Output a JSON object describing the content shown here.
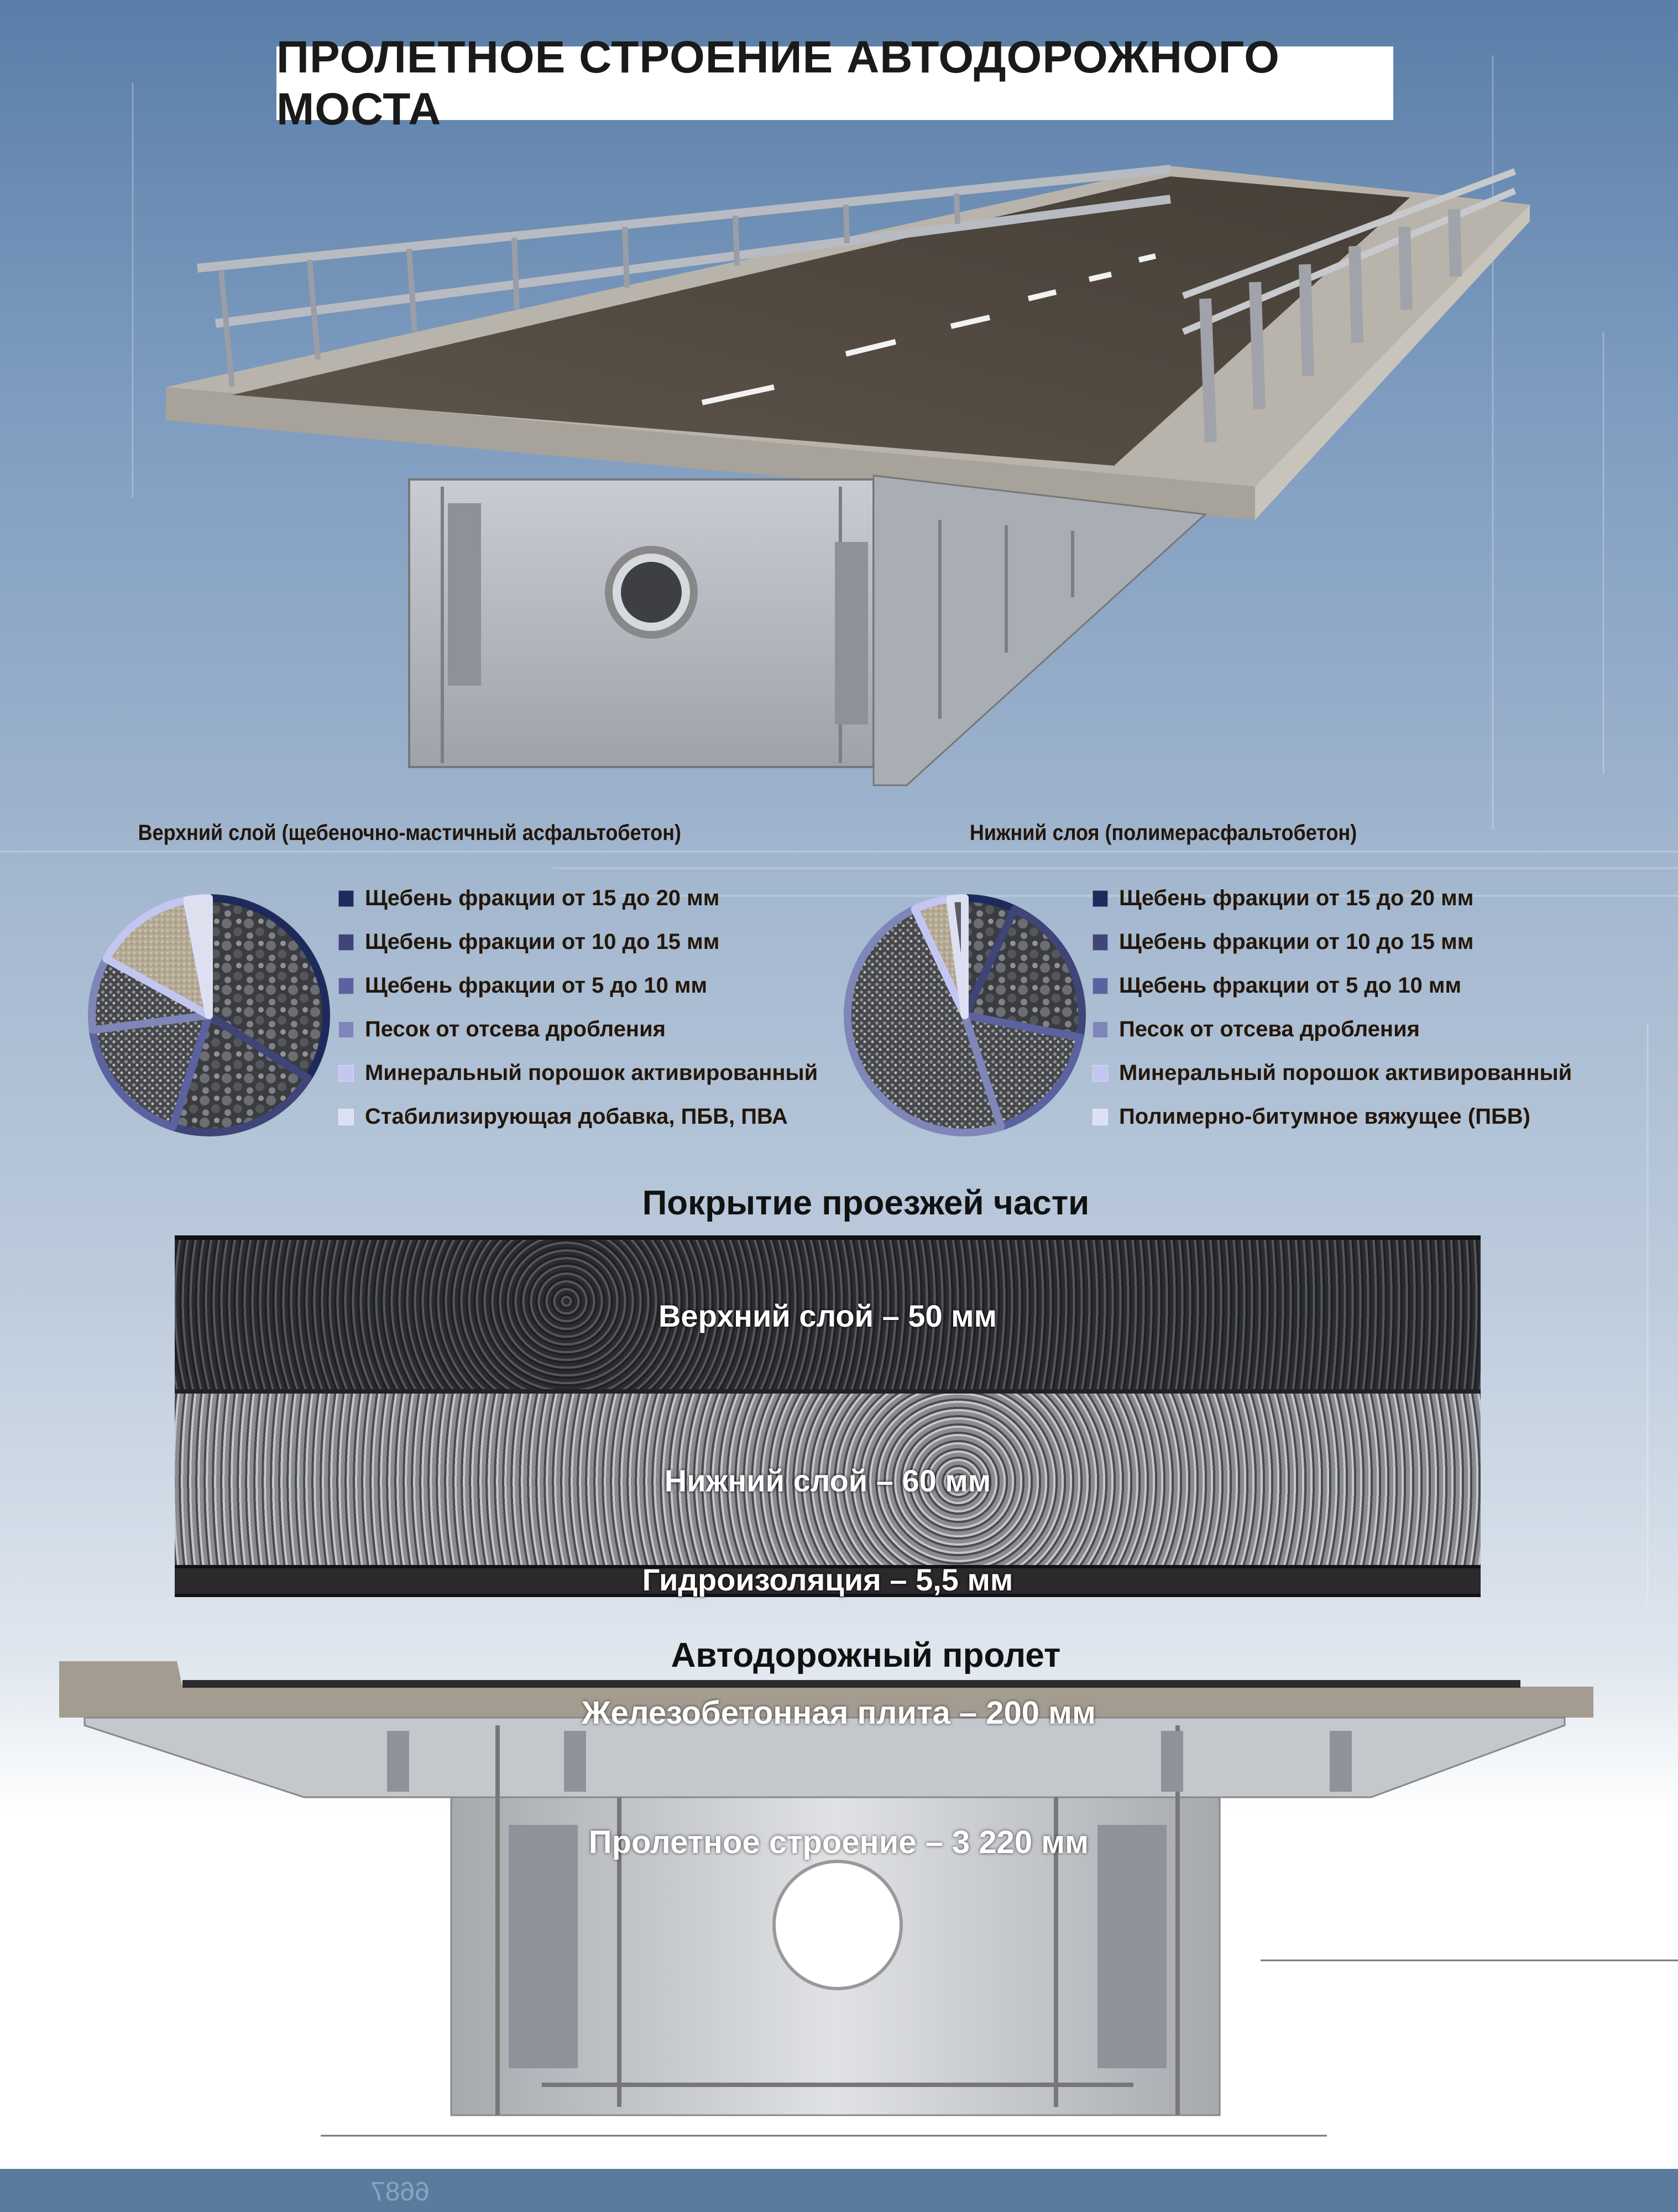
{
  "title": "ПРОЛЕТНОЕ СТРОЕНИЕ АВТОДОРОЖНОГО МОСТА",
  "colors": {
    "legend": [
      "#1f2a5c",
      "#3f4577",
      "#5a63a0",
      "#7f86b8",
      "#c3c6f0",
      "#dde0f2"
    ],
    "footer": "#5b7b9e"
  },
  "chart_data": [
    {
      "type": "pie",
      "title": "Верхний слой (щебеночно-мастичный асфальтобетон)",
      "categories": [
        "Щебень фракции от 15 до 20 мм",
        "Щебень фракции от 10 до 15 мм",
        "Щебень фракции от 5 до 10 мм",
        "Песок от отсева дробления",
        "Минеральный порошок активированный",
        "Стабилизирующая добавка, ПБВ, ПВА"
      ],
      "values": [
        34,
        21,
        18,
        10,
        14,
        3
      ],
      "legend": "right"
    },
    {
      "type": "pie",
      "title": "Нижний слоя (полимерасфальтобетон)",
      "categories": [
        "Щебень фракции от 15 до 20 мм",
        "Щебень фракции от 10 до 15 мм",
        "Щебень фракции от 5 до 10 мм",
        "Песок от отсева дробления",
        "Минеральный порошок активированный",
        "Полимерно-битумное вяжущее (ПБВ)"
      ],
      "values": [
        7,
        21,
        17,
        48,
        5,
        2
      ],
      "legend": "right"
    }
  ],
  "pavement": {
    "heading": "Покрытие проезжей части",
    "layers": [
      "Верхний слой – 50 мм",
      "Нижний слой – 60 мм",
      "Гидроизоляция – 5,5 мм"
    ]
  },
  "span": {
    "heading": "Автодорожный пролет",
    "slab_label": "Железобетонная плита – 200 мм",
    "girder_label": "Пролетное строение – 3 220 мм"
  },
  "footer": {
    "background_label": "6687"
  }
}
